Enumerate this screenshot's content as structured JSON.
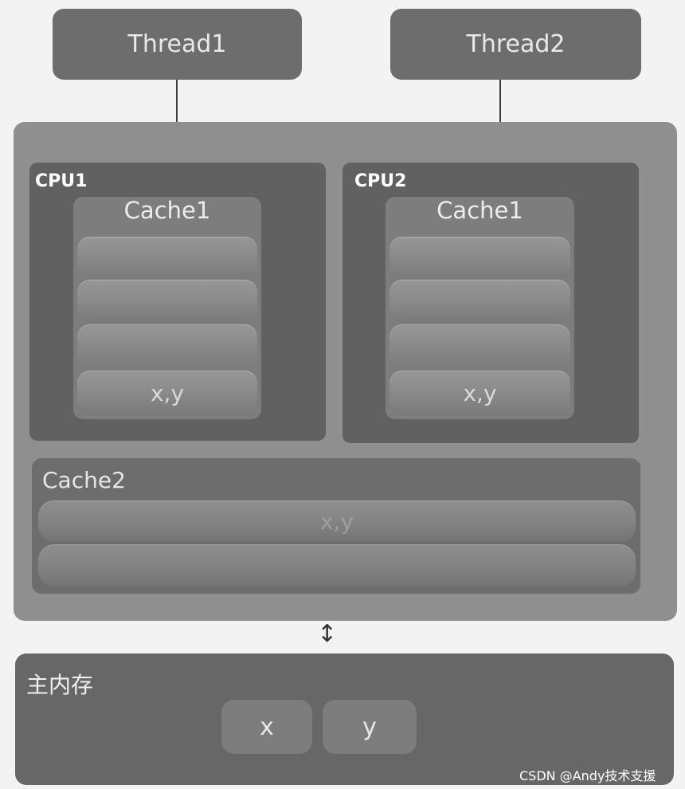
{
  "threads": [
    {
      "label": "Thread1"
    },
    {
      "label": "Thread2"
    }
  ],
  "cpus": [
    {
      "label": "CPU1",
      "cache_title": "Cache1",
      "rows": [
        "",
        "",
        "",
        "x,y"
      ]
    },
    {
      "label": "CPU2",
      "cache_title": "Cache1",
      "rows": [
        "",
        "",
        "",
        "x,y"
      ]
    }
  ],
  "cache2": {
    "title": "Cache2",
    "rows": [
      "x,y",
      ""
    ]
  },
  "memory": {
    "title": "主内存",
    "cells": [
      "x",
      "y"
    ]
  },
  "watermark": "CSDN @Andy技术支援"
}
